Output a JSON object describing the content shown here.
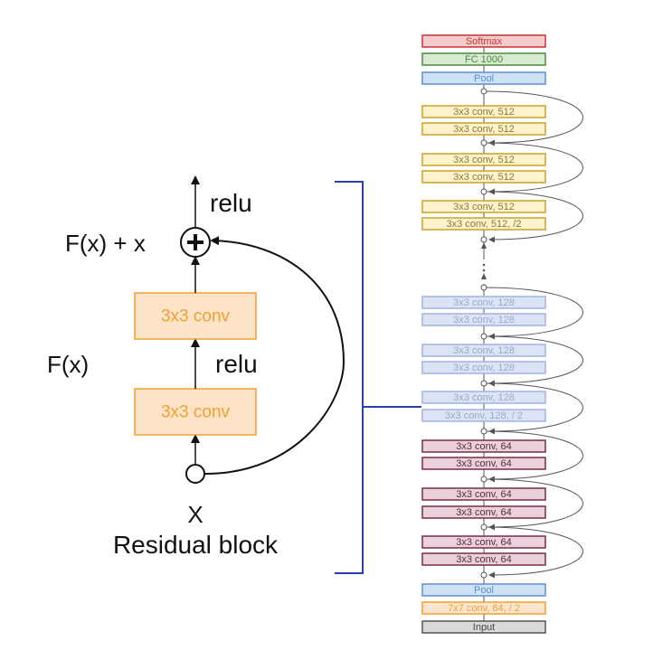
{
  "residual_block": {
    "title": "Residual block",
    "input_label": "X",
    "fx_label": "F(x)",
    "sum_label": "F(x) + x",
    "relu_top": "relu",
    "relu_mid": "relu",
    "conv_top": "3x3 conv",
    "conv_bottom": "3x3 conv"
  },
  "resnet_layers": [
    {
      "label": "Softmax",
      "kind": "softmax"
    },
    {
      "label": "FC 1000",
      "kind": "fc"
    },
    {
      "label": "Pool",
      "kind": "pool"
    },
    {
      "label": "3x3 conv, 512",
      "kind": "c512"
    },
    {
      "label": "3x3 conv, 512",
      "kind": "c512"
    },
    {
      "label": "3x3 conv, 512",
      "kind": "c512"
    },
    {
      "label": "3x3 conv, 512",
      "kind": "c512"
    },
    {
      "label": "3x3 conv, 512",
      "kind": "c512"
    },
    {
      "label": "3x3 conv, 512, /2",
      "kind": "c512"
    },
    {
      "label": "3x3 conv, 128",
      "kind": "c128"
    },
    {
      "label": "3x3 conv, 128",
      "kind": "c128"
    },
    {
      "label": "3x3 conv, 128",
      "kind": "c128"
    },
    {
      "label": "3x3 conv, 128",
      "kind": "c128"
    },
    {
      "label": "3x3 conv, 128",
      "kind": "c128"
    },
    {
      "label": "3x3 conv, 128, / 2",
      "kind": "c128"
    },
    {
      "label": "3x3 conv, 64",
      "kind": "c64"
    },
    {
      "label": "3x3 conv, 64",
      "kind": "c64"
    },
    {
      "label": "3x3 conv, 64",
      "kind": "c64"
    },
    {
      "label": "3x3 conv, 64",
      "kind": "c64"
    },
    {
      "label": "3x3 conv, 64",
      "kind": "c64"
    },
    {
      "label": "3x3 conv, 64",
      "kind": "c64"
    },
    {
      "label": "Pool",
      "kind": "pool"
    },
    {
      "label": "7x7 conv, 64, / 2",
      "kind": "c7"
    },
    {
      "label": "Input",
      "kind": "input"
    }
  ],
  "colors": {
    "softmax": {
      "fill": "#f4cccc",
      "stroke": "#cc3333",
      "text": "#cc3333"
    },
    "fc": {
      "fill": "#d9ead3",
      "stroke": "#4a8a3a",
      "text": "#4a8a3a"
    },
    "pool": {
      "fill": "#cfe2f3",
      "stroke": "#5b8fd6",
      "text": "#5b8fd6"
    },
    "c512": {
      "fill": "#fff2cc",
      "stroke": "#c9a227",
      "text": "#8a7a30"
    },
    "c128": {
      "fill": "#dce3f5",
      "stroke": "#9fb4e0",
      "text": "#9aa8c8"
    },
    "c64": {
      "fill": "#ead1dc",
      "stroke": "#7a2a4a",
      "text": "#5a2a3a"
    },
    "c7": {
      "fill": "#fce5cd",
      "stroke": "#f0a030",
      "text": "#f0a030"
    },
    "input": {
      "fill": "#d9d9d9",
      "stroke": "#555555",
      "text": "#444444"
    },
    "conv_block_fill": "#fde3c8",
    "conv_block_stroke": "#f0a030",
    "bracket": "#2a3fb0"
  }
}
